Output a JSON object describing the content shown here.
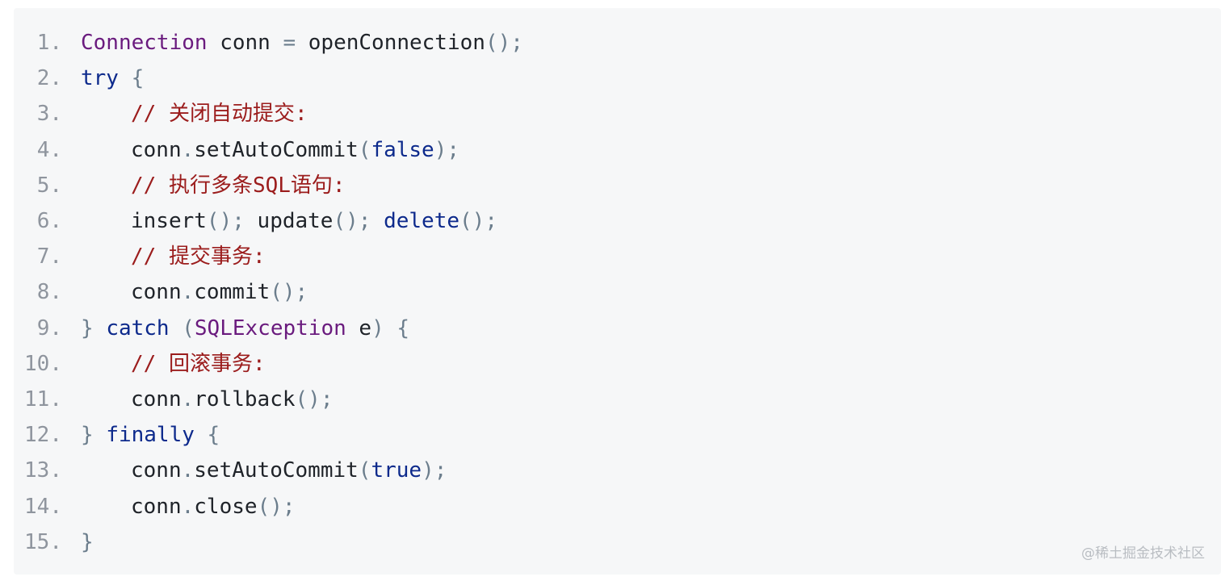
{
  "lines": [
    {
      "num": "1.",
      "indent": false,
      "tokens": [
        [
          "type",
          "Connection"
        ],
        [
          "fn",
          " conn "
        ],
        [
          "pn",
          "="
        ],
        [
          "fn",
          " openConnection"
        ],
        [
          "pn",
          "();"
        ]
      ]
    },
    {
      "num": "2.",
      "indent": false,
      "tokens": [
        [
          "kw",
          "try"
        ],
        [
          "pn",
          " {"
        ]
      ]
    },
    {
      "num": "3.",
      "indent": true,
      "tokens": [
        [
          "cm",
          "// 关闭自动提交:"
        ]
      ]
    },
    {
      "num": "4.",
      "indent": true,
      "tokens": [
        [
          "fn",
          "conn"
        ],
        [
          "pn",
          "."
        ],
        [
          "fn",
          "setAutoCommit"
        ],
        [
          "pn",
          "("
        ],
        [
          "kw",
          "false"
        ],
        [
          "pn",
          ");"
        ]
      ]
    },
    {
      "num": "5.",
      "indent": true,
      "tokens": [
        [
          "cm",
          "// 执行多条SQL语句:"
        ]
      ]
    },
    {
      "num": "6.",
      "indent": true,
      "tokens": [
        [
          "fn",
          "insert"
        ],
        [
          "pn",
          "();"
        ],
        [
          "fn",
          " update"
        ],
        [
          "pn",
          "();"
        ],
        [
          "kw",
          " delete"
        ],
        [
          "pn",
          "();"
        ]
      ]
    },
    {
      "num": "7.",
      "indent": true,
      "tokens": [
        [
          "cm",
          "// 提交事务:"
        ]
      ]
    },
    {
      "num": "8.",
      "indent": true,
      "tokens": [
        [
          "fn",
          "conn"
        ],
        [
          "pn",
          "."
        ],
        [
          "fn",
          "commit"
        ],
        [
          "pn",
          "();"
        ]
      ]
    },
    {
      "num": "9.",
      "indent": false,
      "tokens": [
        [
          "pn",
          "} "
        ],
        [
          "kw",
          "catch"
        ],
        [
          "pn",
          " ("
        ],
        [
          "type",
          "SQLException"
        ],
        [
          "fn",
          " e"
        ],
        [
          "pn",
          ") {"
        ]
      ]
    },
    {
      "num": "10.",
      "indent": true,
      "tokens": [
        [
          "cm",
          "// 回滚事务:"
        ]
      ]
    },
    {
      "num": "11.",
      "indent": true,
      "tokens": [
        [
          "fn",
          "conn"
        ],
        [
          "pn",
          "."
        ],
        [
          "fn",
          "rollback"
        ],
        [
          "pn",
          "();"
        ]
      ]
    },
    {
      "num": "12.",
      "indent": false,
      "tokens": [
        [
          "pn",
          "} "
        ],
        [
          "kw",
          "finally"
        ],
        [
          "pn",
          " {"
        ]
      ]
    },
    {
      "num": "13.",
      "indent": true,
      "tokens": [
        [
          "fn",
          "conn"
        ],
        [
          "pn",
          "."
        ],
        [
          "fn",
          "setAutoCommit"
        ],
        [
          "pn",
          "("
        ],
        [
          "kw",
          "true"
        ],
        [
          "pn",
          ");"
        ]
      ]
    },
    {
      "num": "14.",
      "indent": true,
      "tokens": [
        [
          "fn",
          "conn"
        ],
        [
          "pn",
          "."
        ],
        [
          "fn",
          "close"
        ],
        [
          "pn",
          "();"
        ]
      ]
    },
    {
      "num": "15.",
      "indent": false,
      "tokens": [
        [
          "pn",
          "}"
        ]
      ]
    }
  ],
  "watermark": "@稀土掘金技术社区",
  "colors": {
    "keyword": "#0d2a8c",
    "type": "#6a1b7e",
    "comment": "#9b1c1c",
    "punctuation": "#6b7d8c",
    "line_number": "#8f959e",
    "background": "#f6f7f8"
  }
}
